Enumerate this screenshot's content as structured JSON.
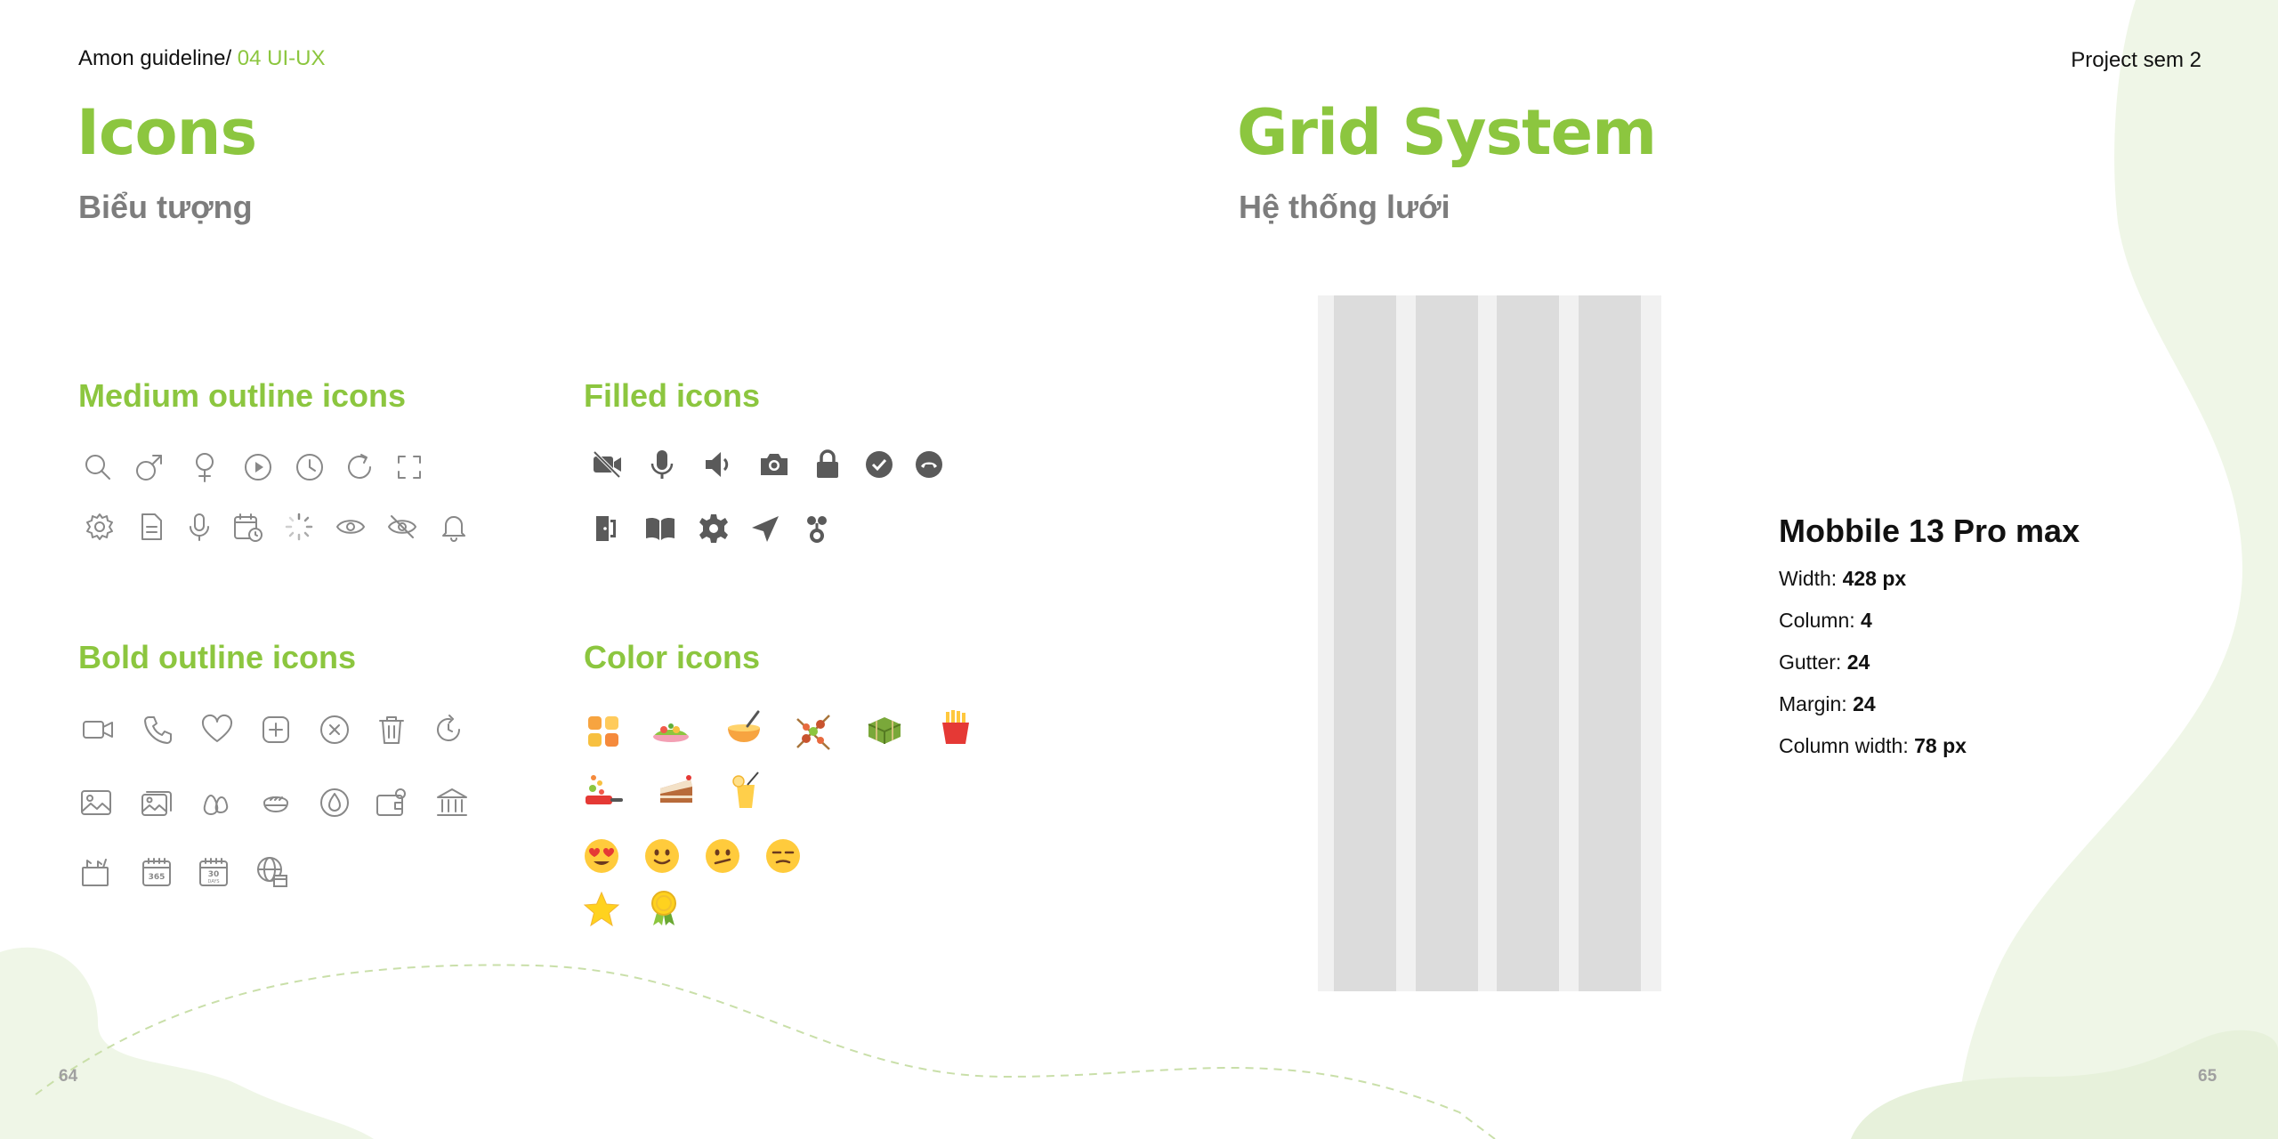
{
  "header": {
    "breadcrumb_prefix": "Amon guideline/",
    "breadcrumb_section": " 04 UI-UX",
    "project": "Project sem 2"
  },
  "left_page": {
    "title": "Icons",
    "subtitle": "Biểu tượng",
    "page_number": "64",
    "sections": {
      "medium_outline": "Medium outline icons",
      "filled": "Filled icons",
      "bold_outline": "Bold outline icons",
      "color": "Color icons"
    },
    "medium_outline_icons": [
      "search-icon",
      "male-icon",
      "female-icon",
      "play-circle-icon",
      "clock-icon",
      "refresh-icon",
      "fullscreen-icon",
      "settings-icon",
      "document-icon",
      "microphone-icon",
      "calendar-clock-icon",
      "loading-icon",
      "eye-icon",
      "eye-off-icon",
      "bell-icon"
    ],
    "filled_icons": [
      "video-off-icon",
      "microphone-icon",
      "speaker-icon",
      "camera-icon",
      "lock-icon",
      "check-circle-icon",
      "phone-end-icon",
      "door-exit-icon",
      "book-icon",
      "gear-icon",
      "send-icon",
      "flower-icon"
    ],
    "bold_outline_icons": [
      "video-icon",
      "phone-icon",
      "heart-icon",
      "plus-square-icon",
      "close-circle-icon",
      "trash-icon",
      "rotate-icon",
      "image-icon",
      "gallery-icon",
      "eggs-icon",
      "bread-icon",
      "drop-circle-icon",
      "wallet-icon",
      "bank-icon",
      "grocery-bag-icon",
      "calendar-365-icon",
      "calendar-30-days-icon",
      "globe-calendar-icon"
    ],
    "color_icons": [
      "category-grid-icon",
      "salad-icon",
      "soup-bowl-icon",
      "skewer-icon",
      "sticky-rice-cake-icon",
      "fries-icon",
      "cooking-pan-icon",
      "cake-slice-icon",
      "juice-icon",
      "heart-eyes-emoji-icon",
      "smile-emoji-icon",
      "confused-emoji-icon",
      "unamused-emoji-icon",
      "star-icon",
      "medal-icon"
    ],
    "colors": {
      "accent": "#8cc63f"
    }
  },
  "right_page": {
    "title": "Grid System",
    "subtitle": "Hệ thống lưới",
    "page_number": "65",
    "spec": {
      "device": "Mobbile 13 Pro max",
      "width_label": "Width:",
      "width_value": "428 px",
      "column_label": "Column:",
      "column_value": "4",
      "gutter_label": "Gutter:",
      "gutter_value": "24",
      "margin_label": "Margin:",
      "margin_value": "24",
      "colwidth_label": "Column width:",
      "colwidth_value": "78 px"
    },
    "colors": {
      "column": "#dcdcdc",
      "frame": "#f1f1f1"
    }
  }
}
